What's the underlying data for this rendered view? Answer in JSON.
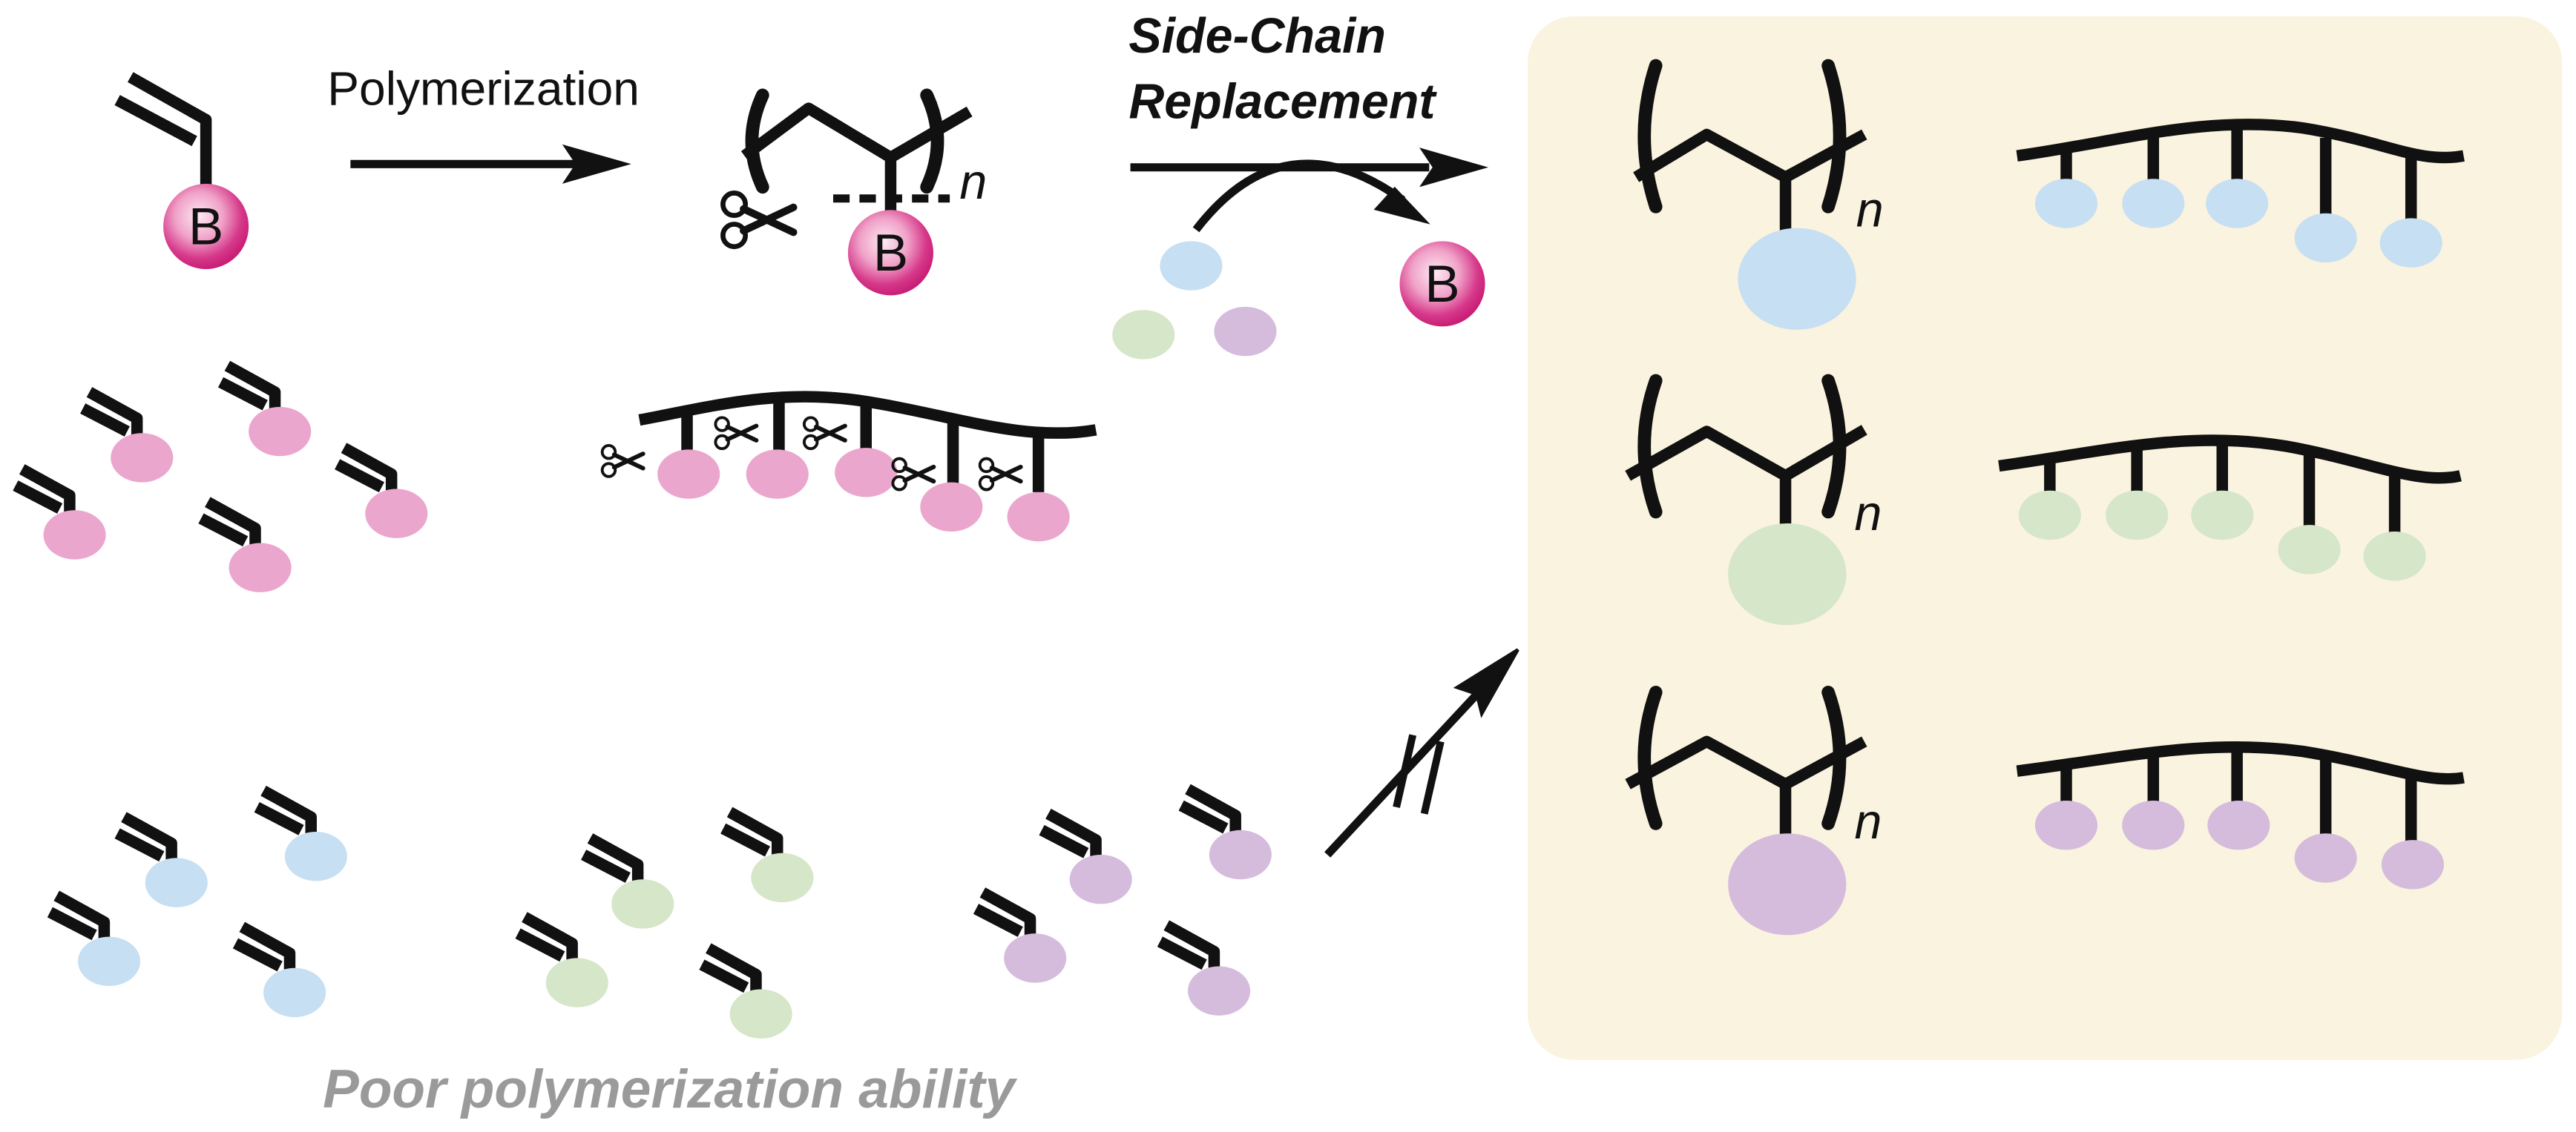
{
  "labels": {
    "polymerization": "Polymerization",
    "side_chain_line1": "Side-Chain",
    "side_chain_line2": "Replacement",
    "poor_ability": "Poor polymerization ability",
    "boron": "B",
    "repeat_n": "n"
  },
  "colors": {
    "boron_magenta": "#d0297e",
    "pink": "#eba6cd",
    "blue": "#c6dff2",
    "green": "#d5e6c9",
    "purple": "#d5bcdc",
    "panel_bg": "#faf3df",
    "ink": "#111111",
    "caption_gray": "#9a9a9a"
  },
  "icons": [
    "scissors-icon",
    "boron-bead-icon",
    "blocked-arrow-icon"
  ]
}
